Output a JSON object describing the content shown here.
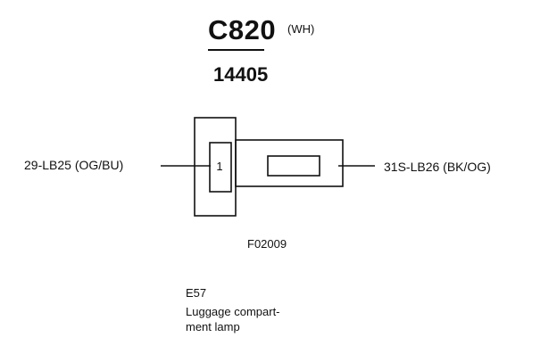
{
  "connector": {
    "id": "C820",
    "color_code": "(WH)",
    "part_number": "14405"
  },
  "pins": [
    {
      "number": "1"
    }
  ],
  "wires": {
    "left": {
      "label": "29-LB25 (OG/BU)"
    },
    "right": {
      "label": "31S-LB26 (BK/OG)"
    }
  },
  "drawing_id": "F02009",
  "component": {
    "ref": "E57",
    "description": "Luggage compart-\nment lamp"
  }
}
